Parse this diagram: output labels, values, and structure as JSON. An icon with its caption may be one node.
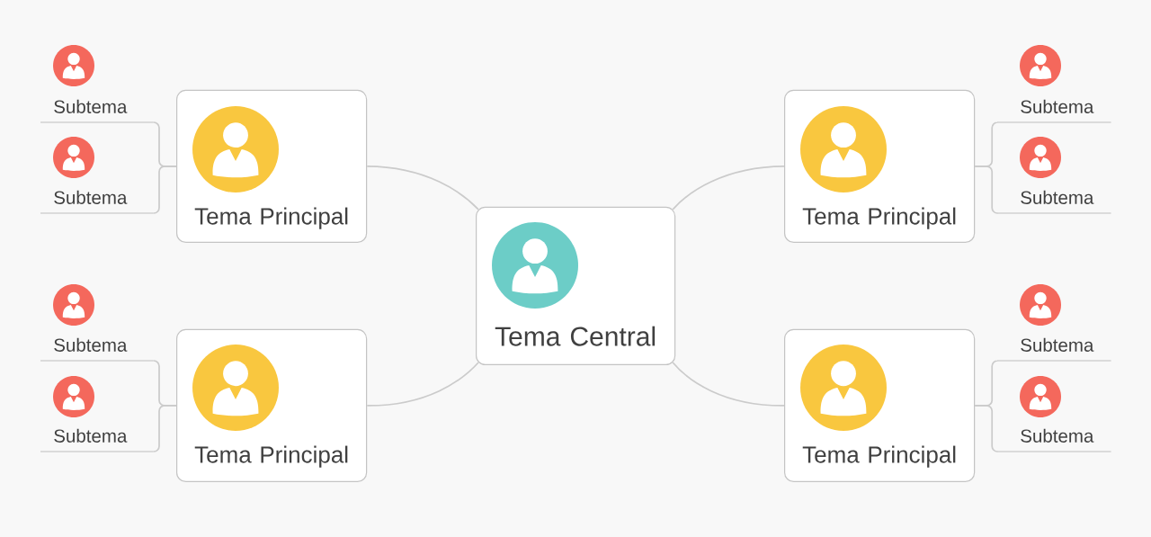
{
  "diagram": {
    "nodes": [
      {
        "text": [
          "Tema Central"
        ]
      },
      {
        "text": [
          "Tema Principal"
        ]
      },
      {
        "text": [
          "Subtema"
        ]
      },
      {
        "text": [
          "Subtema"
        ]
      },
      {
        "text": [
          "Tema Principal"
        ]
      },
      {
        "text": [
          "Subtema"
        ]
      },
      {
        "text": [
          "Subtema"
        ]
      },
      {
        "text": [
          "Tema Principal"
        ]
      },
      {
        "text": [
          "Subtema"
        ]
      },
      {
        "text": [
          "Subtema"
        ]
      },
      {
        "text": [
          "Tema Principal"
        ]
      },
      {
        "text": [
          "Subtema"
        ]
      },
      {
        "text": [
          "Subtema"
        ]
      }
    ],
    "edges": [
      {
        "from": 0,
        "to": 1,
        "arrow": "none"
      },
      {
        "from": 0,
        "to": 4,
        "arrow": "none"
      },
      {
        "from": 0,
        "to": 7,
        "arrow": "none"
      },
      {
        "from": 0,
        "to": 10,
        "arrow": "none"
      },
      {
        "from": 1,
        "to": 2,
        "arrow": "none"
      },
      {
        "from": 1,
        "to": 3,
        "arrow": "none"
      },
      {
        "from": 4,
        "to": 5,
        "arrow": "none"
      },
      {
        "from": 4,
        "to": 6,
        "arrow": "none"
      },
      {
        "from": 7,
        "to": 8,
        "arrow": "none"
      },
      {
        "from": 7,
        "to": 9,
        "arrow": "none"
      },
      {
        "from": 10,
        "to": 11,
        "arrow": "none"
      },
      {
        "from": 10,
        "to": 12,
        "arrow": "none"
      }
    ]
  }
}
